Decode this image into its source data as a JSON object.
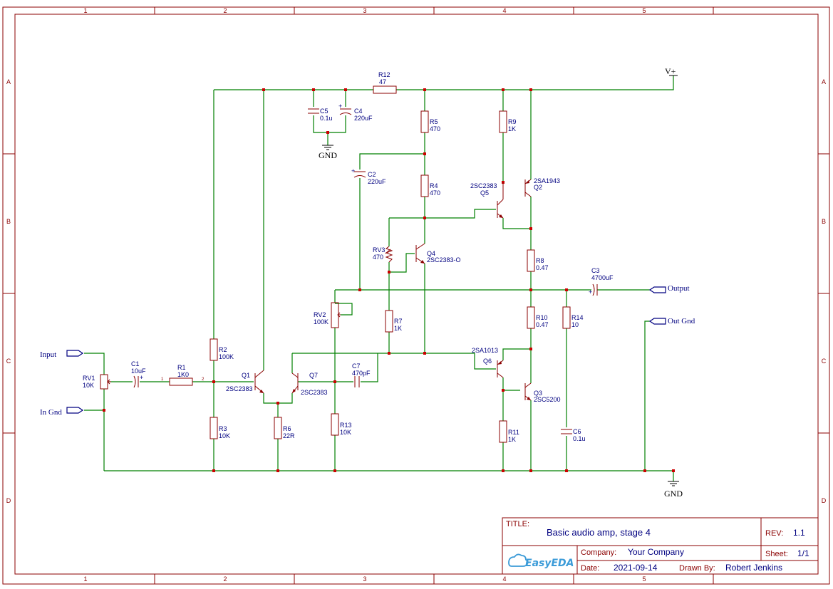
{
  "frame": {
    "columns": [
      "1",
      "2",
      "3",
      "4",
      "5"
    ],
    "rows": [
      "A",
      "B",
      "C",
      "D"
    ]
  },
  "nets": {
    "input": "Input",
    "in_gnd": "In Gnd",
    "output": "Output",
    "out_gnd": "Out Gnd",
    "vplus": "V+",
    "gnd_top": "GND",
    "gnd_bottom": "GND"
  },
  "components": {
    "rv1": {
      "ref": "RV1",
      "value": "10K"
    },
    "c1": {
      "ref": "C1",
      "value": "10uF"
    },
    "r1": {
      "ref": "R1",
      "value": "1K0"
    },
    "r2": {
      "ref": "R2",
      "value": "100K"
    },
    "r3": {
      "ref": "R3",
      "value": "10K"
    },
    "q1": {
      "ref": "Q1",
      "value": "2SC2383"
    },
    "q7": {
      "ref": "Q7",
      "value": "2SC2383"
    },
    "r6": {
      "ref": "R6",
      "value": "22R"
    },
    "c7": {
      "ref": "C7",
      "value": "470pF"
    },
    "r13": {
      "ref": "R13",
      "value": "10K"
    },
    "rv2": {
      "ref": "RV2",
      "value": "100K"
    },
    "r7": {
      "ref": "R7",
      "value": "1K"
    },
    "rv3": {
      "ref": "RV3",
      "value": "470"
    },
    "q4": {
      "ref": "Q4",
      "value": "2SC2383-O"
    },
    "c2": {
      "ref": "C2",
      "value": "220uF"
    },
    "r4": {
      "ref": "R4",
      "value": "470"
    },
    "r5": {
      "ref": "R5",
      "value": "470"
    },
    "c5": {
      "ref": "C5",
      "value": "0.1u"
    },
    "c4": {
      "ref": "C4",
      "value": "220uF"
    },
    "r12": {
      "ref": "R12",
      "value": "47"
    },
    "r9": {
      "ref": "R9",
      "value": "1K"
    },
    "q5": {
      "ref": "Q5",
      "value": "2SC2383"
    },
    "q2": {
      "ref": "Q2",
      "value": "2SA1943"
    },
    "r8": {
      "ref": "R8",
      "value": "0.47"
    },
    "c3": {
      "ref": "C3",
      "value": "4700uF"
    },
    "r14": {
      "ref": "R14",
      "value": "10"
    },
    "r10": {
      "ref": "R10",
      "value": "0.47"
    },
    "q6": {
      "ref": "Q6",
      "value": "2SA1013"
    },
    "q3": {
      "ref": "Q3",
      "value": "2SC5200"
    },
    "r11": {
      "ref": "R11",
      "value": "1K"
    },
    "c6": {
      "ref": "C6",
      "value": "0.1u"
    }
  },
  "title_block": {
    "title_key": "TITLE:",
    "title": "Basic audio amp, stage 4",
    "rev_key": "REV:",
    "rev": "1.1",
    "company_key": "Company:",
    "company": "Your Company",
    "sheet_key": "Sheet:",
    "sheet": "1/1",
    "date_key": "Date:",
    "date": "2021-09-14",
    "drawn_key": "Drawn By:",
    "drawn": "Robert Jenkins",
    "logo": "EasyEDA"
  },
  "colors": {
    "frame": "#8b0000",
    "wire": "#008000",
    "junction": "#cc0000",
    "label": "#000080"
  }
}
